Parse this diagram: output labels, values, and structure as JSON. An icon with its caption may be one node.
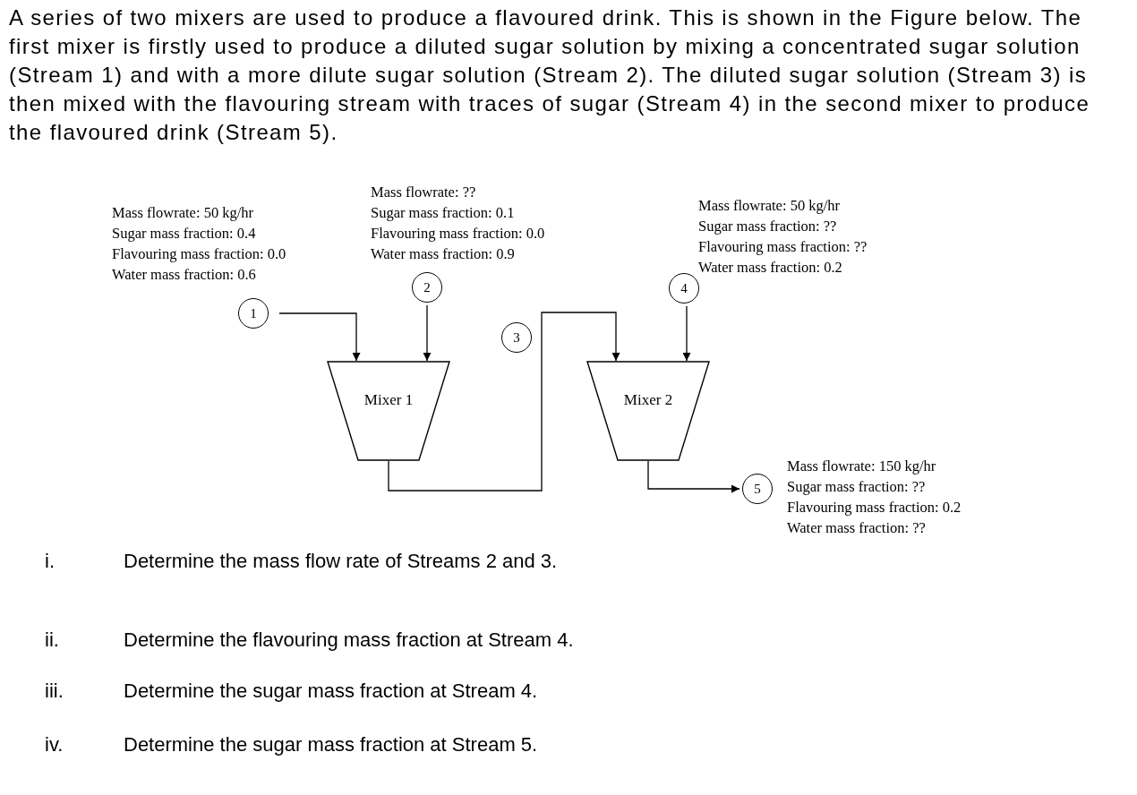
{
  "diagram": {
    "nodes": [
      {
        "text": [
          "1"
        ],
        "beside": [
          "Mass flowrate: 50 kg/hr",
          "Sugar mass fraction: 0.4",
          "Flavouring mass fraction: 0.0",
          "Water mass fraction: 0.6"
        ]
      },
      {
        "text": [
          "2"
        ],
        "beside": [
          "Mass flowrate: ??",
          "Sugar mass fraction: 0.1",
          "Flavouring mass fraction: 0.0",
          "Water mass fraction: 0.9"
        ]
      },
      {
        "text": [
          "3"
        ]
      },
      {
        "text": [
          "4"
        ],
        "beside": [
          "Mass flowrate: 50 kg/hr",
          "Sugar mass fraction: ??",
          "Flavouring mass fraction: ??",
          "Water mass fraction: 0.2"
        ]
      },
      {
        "text": [
          "Mixer 1"
        ]
      },
      {
        "text": [
          "Mixer 2"
        ]
      },
      {
        "text": [
          "5"
        ],
        "beside": [
          "Mass flowrate: 150 kg/hr",
          "Sugar mass fraction: ??",
          "Flavouring mass fraction: 0.2",
          "Water mass fraction: ??"
        ]
      }
    ],
    "edges": [
      {
        "from": 0,
        "to": 4,
        "arrow": "to"
      },
      {
        "from": 1,
        "to": 4,
        "arrow": "to"
      },
      {
        "from": 4,
        "to": 5,
        "arrow": "to"
      },
      {
        "from": 3,
        "to": 5,
        "arrow": "to"
      },
      {
        "from": 5,
        "to": 6,
        "arrow": "to"
      }
    ],
    "labels": [
      "A series of two mixers are used to produce a flavoured drink. This is shown in the Figure below. The first mixer is firstly used to produce a diluted sugar solution by mixing a concentrated sugar solution (Stream 1) and with a more dilute sugar solution (Stream 2). The diluted sugar solution (Stream 3) is then mixed with the flavouring stream with traces of sugar (Stream 4) in the second mixer to produce the flavoured drink (Stream 5).",
      "i.",
      "Determine the mass flow rate of Streams 2 and 3.",
      "ii.",
      "Determine the flavouring mass fraction at Stream 4.",
      "iii.",
      "Determine the sugar mass fraction at Stream 4.",
      "iv.",
      "Determine the sugar mass fraction at Stream 5."
    ]
  }
}
